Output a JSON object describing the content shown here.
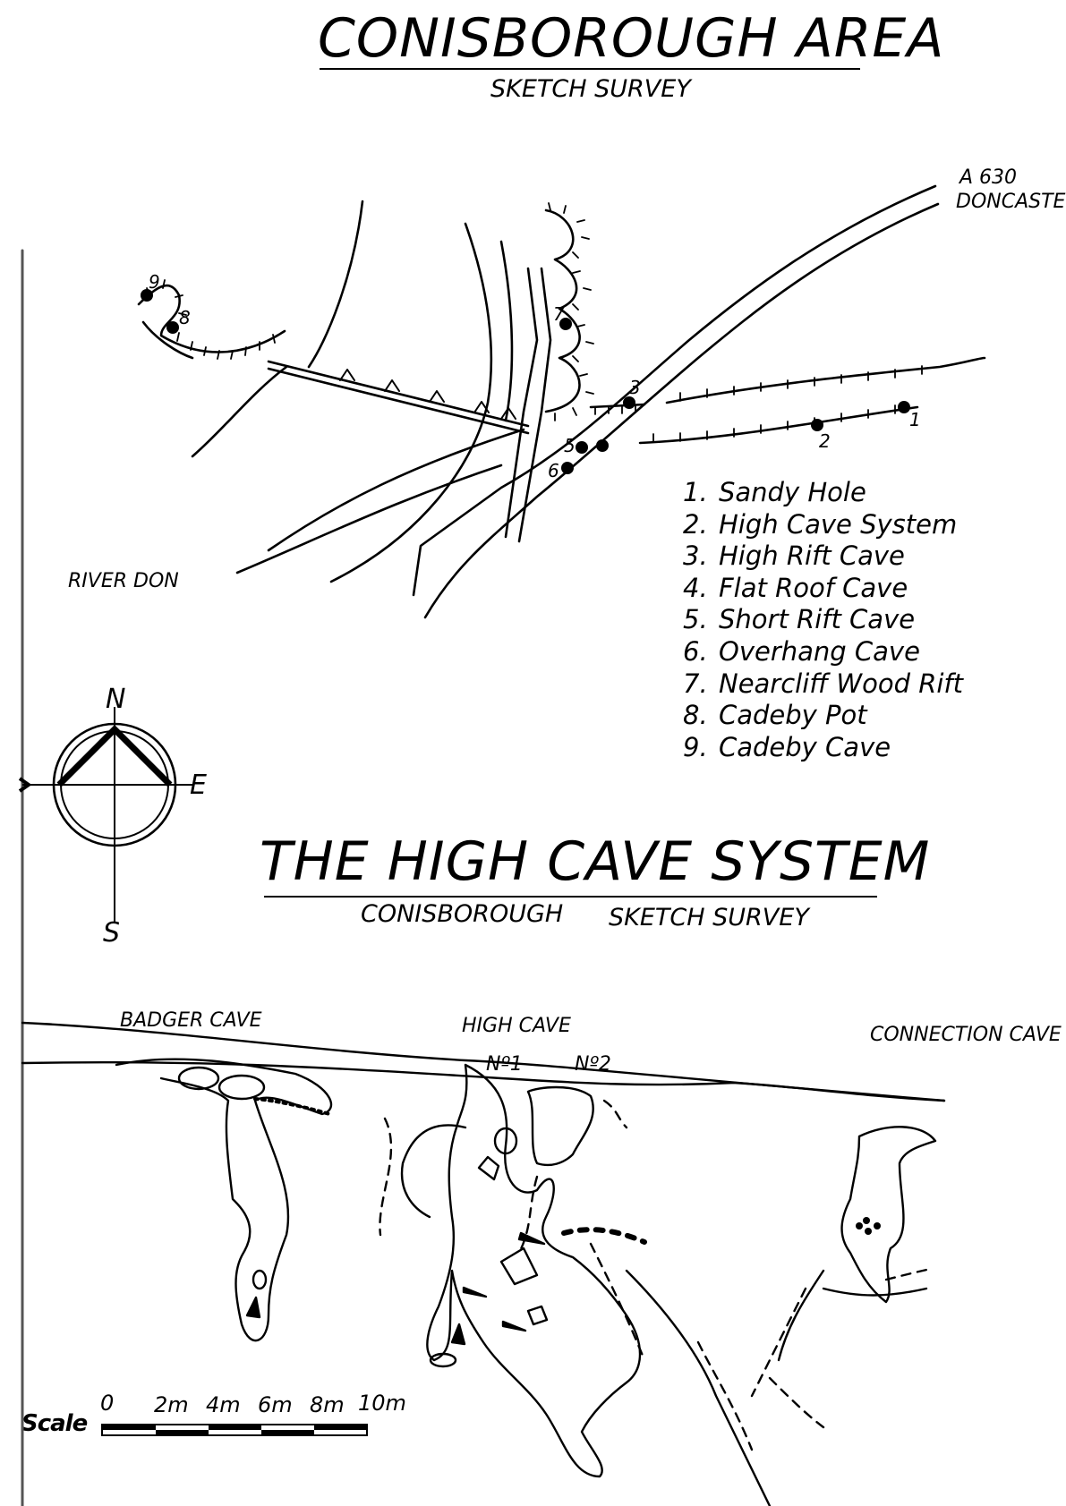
{
  "area_map": {
    "title": "CONISBOROUGH AREA",
    "subtitle": "SKETCH SURVEY",
    "road_label_1": "A 630",
    "road_label_2": "DONCASTE",
    "river_label": "RIVER DON",
    "point_numbers": [
      "1",
      "2",
      "3",
      "5",
      "6",
      "7",
      "8",
      "9"
    ],
    "legend": [
      {
        "num": "1.",
        "name": "Sandy Hole"
      },
      {
        "num": "2.",
        "name": "High Cave System"
      },
      {
        "num": "3.",
        "name": "High Rift Cave"
      },
      {
        "num": "4.",
        "name": "Flat Roof Cave"
      },
      {
        "num": "5.",
        "name": "Short Rift Cave"
      },
      {
        "num": "6.",
        "name": "Overhang Cave"
      },
      {
        "num": "7.",
        "name": "Nearcliff Wood Rift"
      },
      {
        "num": "8.",
        "name": "Cadeby Pot"
      },
      {
        "num": "9.",
        "name": "Cadeby Cave"
      }
    ]
  },
  "compass": {
    "north": "N",
    "east": "E",
    "south": "S"
  },
  "cave_plan": {
    "title": "THE HIGH CAVE SYSTEM",
    "subtitle_left": "CONISBOROUGH",
    "subtitle_right": "SKETCH SURVEY",
    "labels": {
      "badger_cave": "BADGER CAVE",
      "high_cave": "HIGH CAVE",
      "connection_cave": "CONNECTION CAVE",
      "entrance_1": "Nº1",
      "entrance_2": "Nº2"
    }
  },
  "scale_bar": {
    "label": "Scale",
    "ticks": [
      "0",
      "2m",
      "4m",
      "6m",
      "8m",
      "10m"
    ]
  },
  "colors": {
    "ink": "#000000",
    "paper": "#ffffff"
  }
}
